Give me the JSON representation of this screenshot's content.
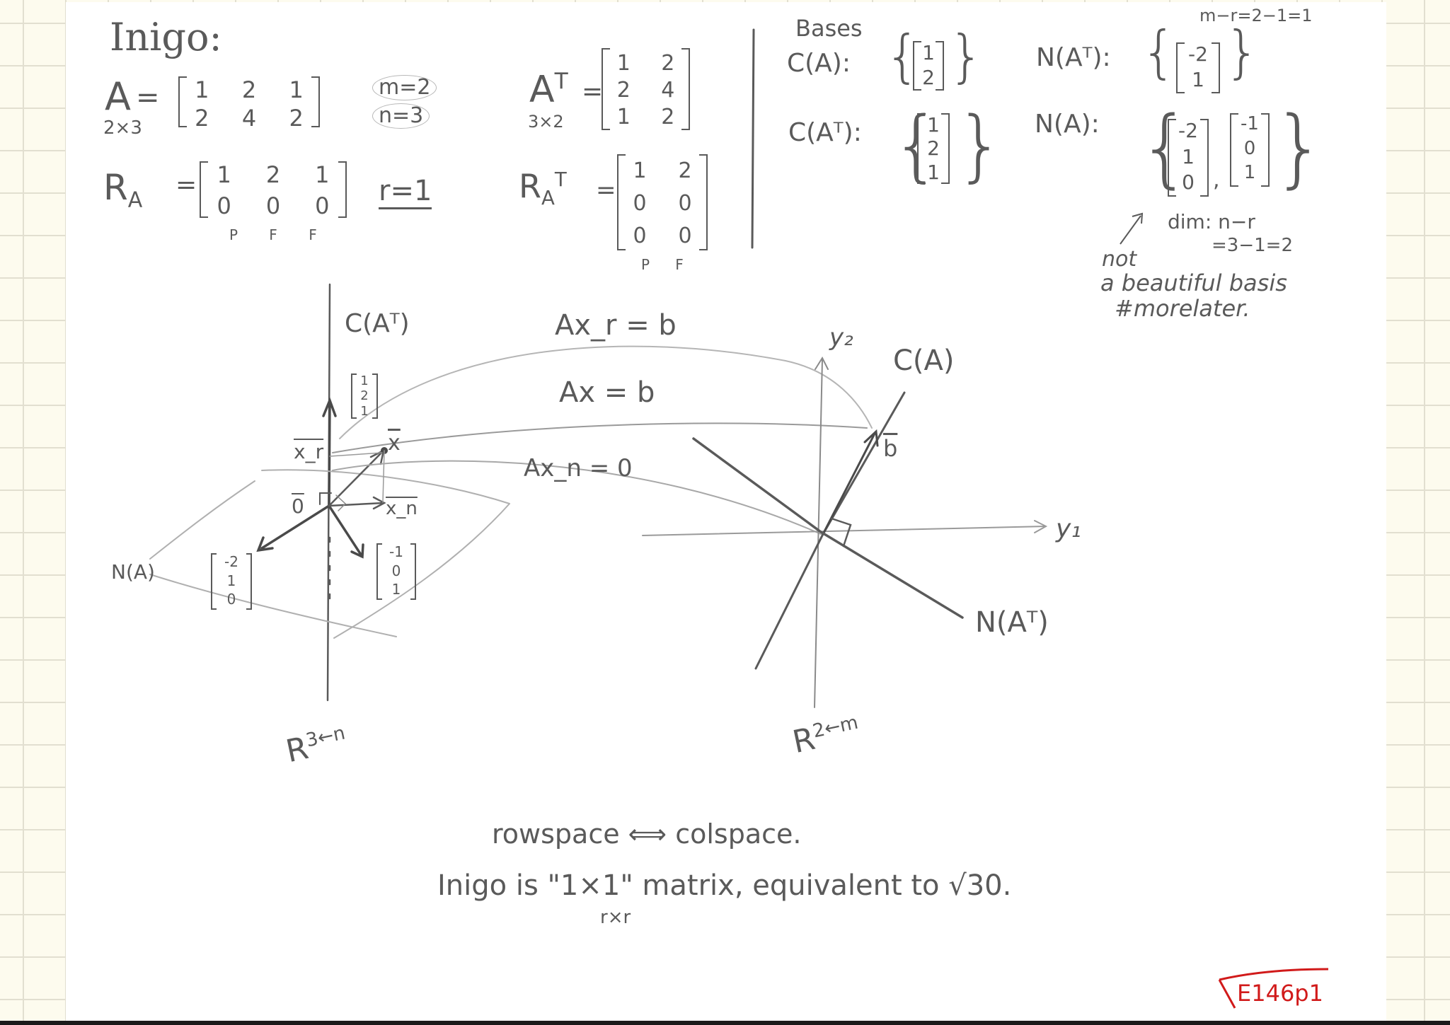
{
  "page": {
    "background_grid_color": "#e2dfd0",
    "background_color": "#fdfbee",
    "paper_color": "#ffffff",
    "ink_color": "#5a5a5a",
    "accent_color": "#d11a1a"
  },
  "title": "Inigo:",
  "matrix_A": {
    "label": "A",
    "dims": "2×3",
    "rows": [
      [
        "1",
        "2",
        "1"
      ],
      [
        "2",
        "4",
        "2"
      ]
    ],
    "m_note": "m=2",
    "n_note": "n=3"
  },
  "rref_A": {
    "label": "R",
    "label_sub": "A",
    "rows": [
      [
        "1",
        "2",
        "1"
      ],
      [
        "0",
        "0",
        "0"
      ]
    ],
    "pivot_labels": [
      "P",
      "F",
      "F"
    ],
    "rank_note": "r=1"
  },
  "matrix_AT": {
    "label": "A",
    "label_sup": "T",
    "dims": "3×2",
    "rows": [
      [
        "1",
        "2"
      ],
      [
        "2",
        "4"
      ],
      [
        "1",
        "2"
      ]
    ]
  },
  "rref_AT": {
    "label": "R",
    "label_sub": "A",
    "label_sup": "T",
    "rows": [
      [
        "1",
        "2"
      ],
      [
        "0",
        "0"
      ],
      [
        "0",
        "0"
      ]
    ],
    "pivot_labels": [
      "P",
      "F"
    ]
  },
  "bases": {
    "heading": "Bases",
    "col_space": {
      "label": "C(A):",
      "vectors": [
        [
          "1",
          "2"
        ]
      ]
    },
    "row_space": {
      "label": "C(Aᵀ):",
      "vectors": [
        [
          "1",
          "2",
          "1"
        ]
      ]
    },
    "left_null_space": {
      "label": "N(Aᵀ):",
      "vectors": [
        [
          "-2",
          "1"
        ]
      ],
      "dim_note": "m−r=2−1=1"
    },
    "null_space": {
      "label": "N(A):",
      "vectors": [
        [
          "-2",
          "1",
          "0"
        ],
        [
          "-1",
          "0",
          "1"
        ]
      ]
    },
    "dim_note_line1": "dim: n−r",
    "dim_note_line2": "=3−1=2",
    "remark_line1": "not",
    "remark_line2": "a beautiful basis",
    "remark_line3": "#morelater."
  },
  "diagram_left": {
    "axis_label": "C(Aᵀ)",
    "basis_vector": [
      "1",
      "2",
      "1"
    ],
    "x_r_label": "x_r",
    "x_label": "x",
    "x_n_label": "x_n",
    "zero_label": "0",
    "null_label": "N(A)",
    "null_vec_1": [
      "-2",
      "1",
      "0"
    ],
    "null_vec_2": [
      "-1",
      "0",
      "1"
    ],
    "space_label": "R",
    "space_sup": "3",
    "space_note": "←n"
  },
  "mappings": {
    "eq_row": "Ax_r = b",
    "eq_full": "Ax = b",
    "eq_null": "Ax_n = 0"
  },
  "diagram_right": {
    "y2_label": "y₂",
    "y1_label": "y₁",
    "col_label": "C(A)",
    "b_label": "b",
    "left_null_label": "N(Aᵀ)",
    "space_label": "R",
    "space_sup": "2",
    "space_note": "←m"
  },
  "footer": {
    "line1": "rowspace ⟺ colspace.",
    "line2": "Inigo is \"1×1\" matrix, equivalent to √30.",
    "line2_sub": "r×r",
    "page_tag": "E146p1"
  }
}
